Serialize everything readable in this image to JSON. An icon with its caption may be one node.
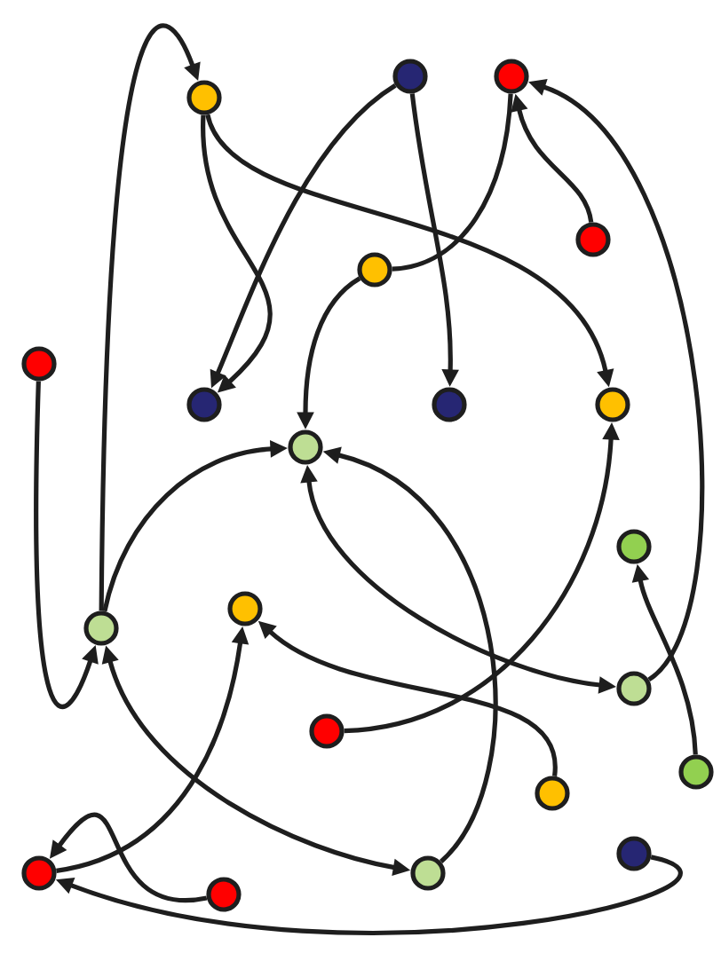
{
  "diagram": {
    "nodes": [
      {
        "text": [],
        "shape": "circle"
      },
      {
        "text": [],
        "shape": "circle"
      },
      {
        "text": [],
        "shape": "circle"
      },
      {
        "text": [],
        "shape": "circle"
      },
      {
        "text": [],
        "shape": "circle"
      },
      {
        "text": [],
        "shape": "circle"
      },
      {
        "text": [],
        "shape": "circle"
      },
      {
        "text": [],
        "shape": "circle"
      },
      {
        "text": [],
        "shape": "circle"
      },
      {
        "text": [],
        "shape": "circle"
      },
      {
        "text": [],
        "shape": "circle"
      },
      {
        "text": [],
        "shape": "circle"
      },
      {
        "text": [],
        "shape": "circle"
      },
      {
        "text": [],
        "shape": "circle"
      },
      {
        "text": [],
        "shape": "circle"
      },
      {
        "text": [],
        "shape": "circle"
      },
      {
        "text": [],
        "shape": "circle"
      },
      {
        "text": [],
        "shape": "circle"
      },
      {
        "text": [],
        "shape": "circle"
      },
      {
        "text": [],
        "shape": "circle"
      },
      {
        "text": [],
        "shape": "circle"
      }
    ],
    "edges": [
      {
        "from": 11,
        "to": 0,
        "arrow": "to"
      },
      {
        "from": 1,
        "to": 7,
        "arrow": "to"
      },
      {
        "from": 1,
        "to": 6,
        "arrow": "to"
      },
      {
        "from": 0,
        "to": 6,
        "arrow": "to"
      },
      {
        "from": 2,
        "to": 4,
        "arrow": "none"
      },
      {
        "from": 3,
        "to": 2,
        "arrow": "to"
      },
      {
        "from": 0,
        "to": 8,
        "arrow": "to"
      },
      {
        "from": 4,
        "to": 9,
        "arrow": "to"
      },
      {
        "from": 11,
        "to": 9,
        "arrow": "to"
      },
      {
        "from": 20,
        "to": 9,
        "arrow": "to"
      },
      {
        "from": 9,
        "to": 13,
        "arrow": "both"
      },
      {
        "from": 13,
        "to": 2,
        "arrow": "to"
      },
      {
        "from": 16,
        "to": 10,
        "arrow": "to"
      },
      {
        "from": 14,
        "to": 8,
        "arrow": "to"
      },
      {
        "from": 15,
        "to": 12,
        "arrow": "to"
      },
      {
        "from": 18,
        "to": 12,
        "arrow": "to"
      },
      {
        "from": 19,
        "to": 18,
        "arrow": "to"
      },
      {
        "from": 17,
        "to": 18,
        "arrow": "to"
      },
      {
        "from": 5,
        "to": 11,
        "arrow": "to"
      },
      {
        "from": 11,
        "to": 20,
        "arrow": "both"
      }
    ]
  }
}
